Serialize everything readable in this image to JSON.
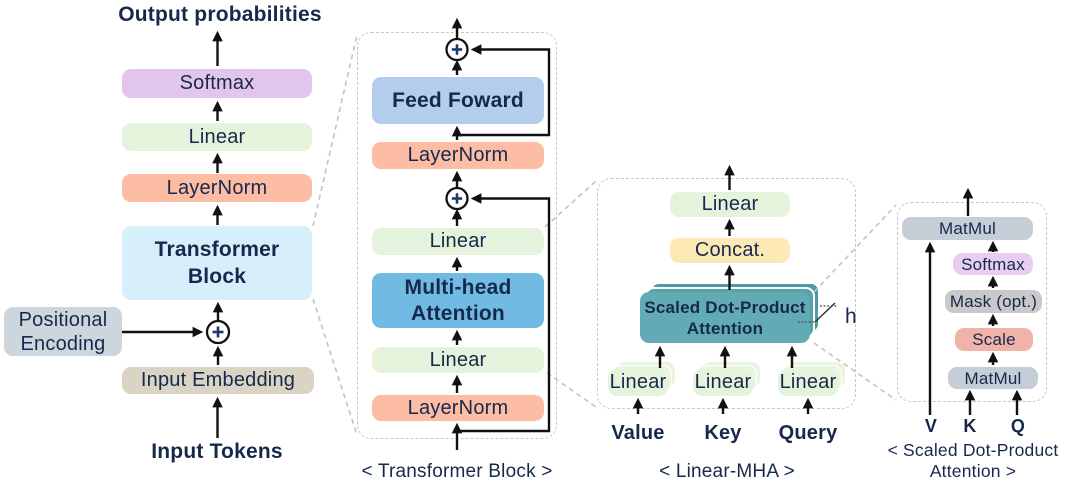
{
  "left": {
    "title": "Output probabilities",
    "softmax": "Softmax",
    "linear": "Linear",
    "layernorm": "LayerNorm",
    "transformer_block": "Transformer\nBlock",
    "positional_encoding": "Positional\nEncoding",
    "input_embedding": "Input Embedding",
    "input_tokens": "Input Tokens"
  },
  "block": {
    "caption": "< Transformer Block >",
    "feed_forward": "Feed Foward",
    "layernorm_upper": "LayerNorm",
    "linear_upper": "Linear",
    "mha": "Multi-head\nAttention",
    "linear_lower": "Linear",
    "layernorm_lower": "LayerNorm"
  },
  "linear_mha": {
    "caption": "< Linear-MHA >",
    "linear_out": "Linear",
    "concat": "Concat.",
    "sdpa": "Scaled Dot-Product\nAttention",
    "heads": "h",
    "value_linear": "Linear",
    "key_linear": "Linear",
    "query_linear": "Linear",
    "value_label": "Value",
    "key_label": "Key",
    "query_label": "Query"
  },
  "sdpa": {
    "caption": "< Scaled Dot-Product\nAttention >",
    "matmul_top": "MatMul",
    "softmax": "Softmax",
    "mask": "Mask (opt.)",
    "scale": "Scale",
    "matmul_bottom": "MatMul",
    "v_label": "V",
    "k_label": "K",
    "q_label": "Q"
  },
  "colors": {
    "text_navy": "#16294c",
    "softmax_purple": "#e2c5ec",
    "linear_green": "#e6f3dc",
    "layernorm_salmon": "#fcbda4",
    "transformer_block_blue": "#d7eefb",
    "positional_encoding_gray": "#ccd6dc",
    "input_embedding_tan": "#dad4c4",
    "feed_forward_blue": "#b5cdec",
    "mha_blue": "#70bae3",
    "concat_yellow": "#fce9b6",
    "sdpa_teal": "#62aab4",
    "matmul_gray": "#c5ced7",
    "mask_gray": "#c9c9c9",
    "scale_pink": "#efb3aa",
    "arrow_black": "#111111",
    "dashed_gray": "#c7c7c7"
  }
}
